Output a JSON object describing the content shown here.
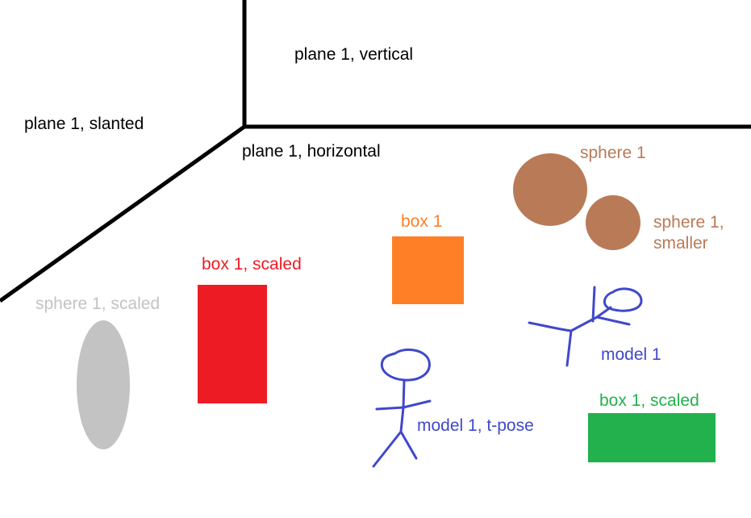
{
  "labels": {
    "plane_vertical": "plane 1, vertical",
    "plane_slanted": "plane 1, slanted",
    "plane_horizontal": "plane 1, horizontal",
    "sphere": "sphere 1",
    "sphere_smaller_line1": "sphere 1,",
    "sphere_smaller_line2": "smaller",
    "box": "box 1",
    "box_scaled_red": "box 1, scaled",
    "sphere_scaled": "sphere 1, scaled",
    "model": "model 1",
    "model_tpose": "model 1, t-pose",
    "box_scaled_green": "box 1, scaled"
  },
  "colors": {
    "line": "#000000",
    "sphere": "#b97a57",
    "box": "#ff7f27",
    "box_scaled_red": "#ed1c24",
    "sphere_scaled": "#c3c3c3",
    "model": "#3f48cc",
    "box_scaled_green": "#22b14c"
  }
}
